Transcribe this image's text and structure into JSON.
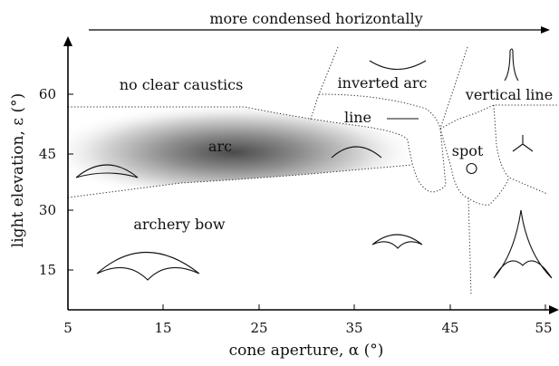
{
  "top_arrow_label": "more condensed horizontally",
  "regions": {
    "no_clear_caustics": "no clear caustics",
    "inverted_arc": "inverted arc",
    "vertical_line": "vertical line",
    "line": "line",
    "arc": "arc",
    "spot": "spot",
    "archery_bow": "archery bow"
  },
  "x_axis": {
    "label": "cone aperture, α (°)",
    "ticks": [
      "5",
      "15",
      "25",
      "35",
      "45",
      "55"
    ]
  },
  "y_axis": {
    "label": "light elevation, ε (°)",
    "ticks": [
      "60",
      "45",
      "30",
      "15"
    ]
  },
  "colors": {
    "arc_gradient_core": "#4a4a4a",
    "boundary": "#333333"
  }
}
